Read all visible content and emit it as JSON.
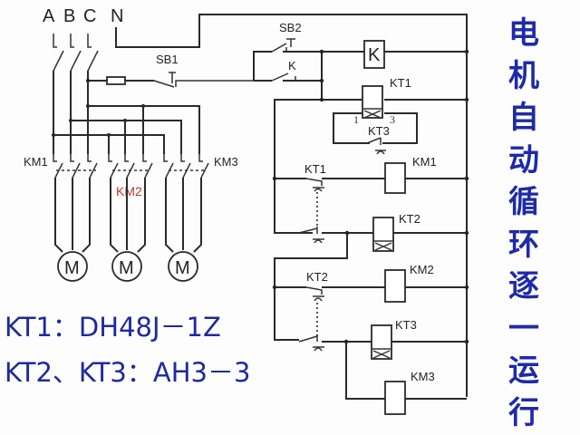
{
  "phases": {
    "a": "A",
    "b": "B",
    "c": "C",
    "n": "N"
  },
  "buttons": {
    "sb1": "SB1",
    "sb2": "SB2"
  },
  "relay_k": {
    "coil": "K",
    "contact": "K"
  },
  "contactors": {
    "km1": "KM1",
    "km2": "KM2",
    "km3": "KM3"
  },
  "timers": {
    "kt1": "KT1",
    "kt2": "KT2",
    "kt3": "KT3"
  },
  "pins": {
    "p1": "1",
    "p3": "3"
  },
  "motor_label": "M",
  "notes": {
    "line1": "KT1：DH48J－1Z",
    "line2": "KT2、KT3：AH3－3"
  },
  "vertical_title": [
    "电",
    "机",
    "自",
    "动",
    "循",
    "环",
    "逐",
    "一",
    "运",
    "行"
  ],
  "colors": {
    "title_blue": "#1e2aa8",
    "note_blue": "#1e2a9c",
    "km2_red": "#c0392b"
  }
}
